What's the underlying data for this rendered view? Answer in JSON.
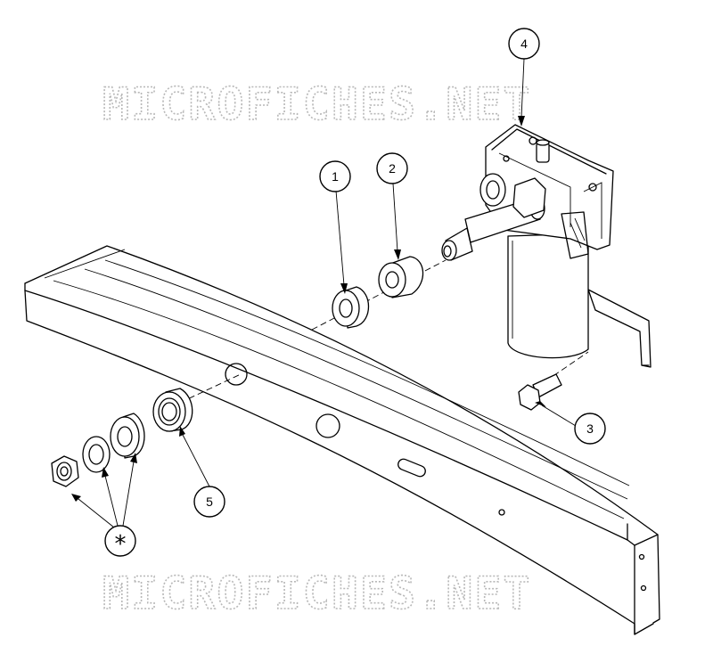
{
  "watermark": {
    "text": "MICROFICHES.NET",
    "color": "#b8b8b8"
  },
  "callouts": {
    "c1": "1",
    "c2": "2",
    "c3": "3",
    "c4": "4",
    "c5": "5",
    "kit": "*"
  }
}
